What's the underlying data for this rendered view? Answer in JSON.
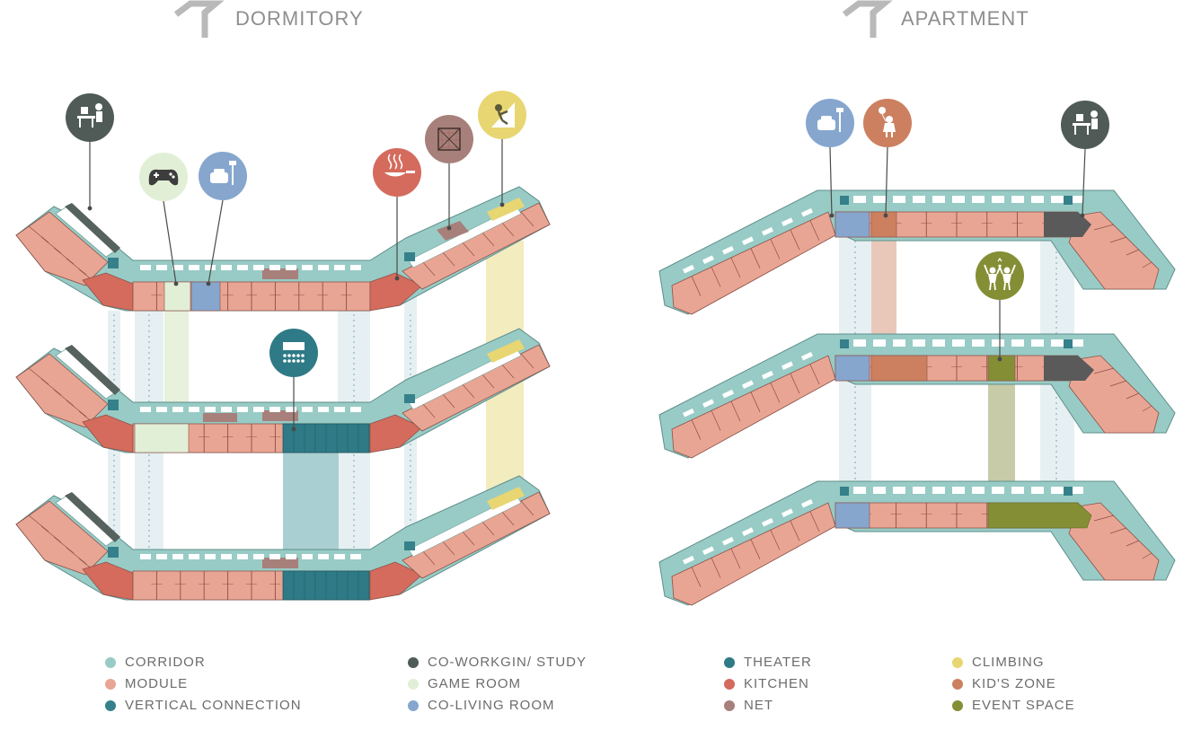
{
  "titles": {
    "left": "DORMITORY",
    "right": "APARTMENT"
  },
  "colors": {
    "corridor": "#98cbc5",
    "module": "#e9a593",
    "vertical": "#35808a",
    "cowork": "#56625e",
    "game": "#e1efd6",
    "coliving": "#86a6ce",
    "theater": "#2e7a86",
    "kitchen": "#d46b5d",
    "net": "#a7807b",
    "climbing": "#e8d672",
    "kids": "#cc8060",
    "event": "#848f35",
    "modwall": "#8a5048"
  },
  "legend": [
    {
      "label": "CORRIDOR",
      "color": "#98cbc5"
    },
    {
      "label": "MODULE",
      "color": "#e9a593"
    },
    {
      "label": "VERTICAL  CONNECTION",
      "color": "#35808a"
    },
    {
      "label": "CO-WORKGIN/ STUDY",
      "color": "#4f5c58"
    },
    {
      "label": "GAME  ROOM",
      "color": "#e1efd6"
    },
    {
      "label": "CO-LIVING  ROOM",
      "color": "#86a6ce"
    },
    {
      "label": "THEATER",
      "color": "#2e7a86"
    },
    {
      "label": "KITCHEN",
      "color": "#d46b5d"
    },
    {
      "label": "NET",
      "color": "#a7807b"
    },
    {
      "label": "CLIMBING",
      "color": "#e8d672"
    },
    {
      "label": "KID'S  ZONE",
      "color": "#cc8060"
    },
    {
      "label": "EVENT  SPACE",
      "color": "#848f35"
    }
  ],
  "icons": [
    {
      "name": "co-working-study-icon",
      "color": "#505b57"
    },
    {
      "name": "game-room-icon",
      "color": "#e1efd6"
    },
    {
      "name": "co-living-room-icon",
      "color": "#86a6ce"
    },
    {
      "name": "kitchen-icon",
      "color": "#d46b5d"
    },
    {
      "name": "net-icon",
      "color": "#a7807b"
    },
    {
      "name": "climbing-icon",
      "color": "#e8d672"
    },
    {
      "name": "theater-icon",
      "color": "#2e7a86"
    },
    {
      "name": "co-living-room-icon",
      "color": "#86a6ce"
    },
    {
      "name": "kids-zone-icon",
      "color": "#cc8060"
    },
    {
      "name": "co-working-study-icon",
      "color": "#505b57"
    },
    {
      "name": "event-space-icon",
      "color": "#848f35"
    }
  ]
}
